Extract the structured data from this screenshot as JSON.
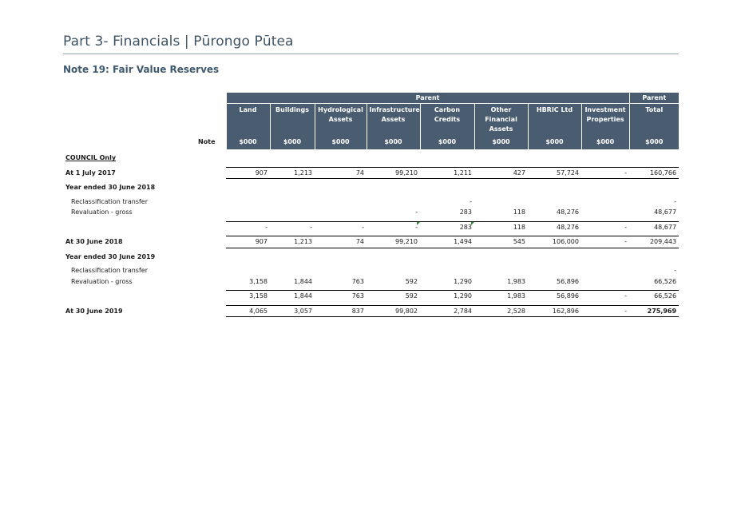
{
  "header": {
    "title": "Part 3- Financials | Pūrongo Pūtea"
  },
  "note": {
    "title": "Note 19:  Fair Value Reserves"
  },
  "table": {
    "group_left": "Parent",
    "group_right": "Parent",
    "columns": [
      "Land",
      "Buildings",
      "Hydrological Assets",
      "Infrastructure Assets",
      "Carbon Credits",
      "Other Financial Assets",
      "HBRIC Ltd",
      "Investment Properties",
      "Total"
    ],
    "note_label": "Note",
    "units": [
      "$000",
      "$000",
      "$000",
      "$000",
      "$000",
      "$000",
      "$000",
      "$000",
      "$000"
    ],
    "rows": [
      {
        "label": "COUNCIL Only",
        "values": [
          "",
          "",
          "",
          "",
          "",
          "",
          "",
          "",
          ""
        ]
      },
      {
        "label": "At 1 July 2017",
        "values": [
          "907",
          "1,213",
          "74",
          "99,210",
          "1,211",
          "427",
          "57,724",
          "-",
          "160,766"
        ]
      },
      {
        "label": "Year ended 30 June 2018",
        "values": [
          "",
          "",
          "",
          "",
          "",
          "",
          "",
          "",
          ""
        ]
      },
      {
        "label": "Reclassification transfer",
        "values": [
          "",
          "",
          "",
          "",
          "-",
          "",
          "",
          "",
          "-"
        ]
      },
      {
        "label": "Revaluation - gross",
        "values": [
          "",
          "",
          "",
          "-",
          "283",
          "118",
          "48,276",
          "",
          "48,677"
        ]
      },
      {
        "label": "",
        "values": [
          "-",
          "-",
          "-",
          "-",
          "283",
          "118",
          "48,276",
          "-",
          "48,677"
        ]
      },
      {
        "label": "At 30 June 2018",
        "values": [
          "907",
          "1,213",
          "74",
          "99,210",
          "1,494",
          "545",
          "106,000",
          "-",
          "209,443"
        ]
      },
      {
        "label": "Year ended 30 June 2019",
        "values": [
          "",
          "",
          "",
          "",
          "",
          "",
          "",
          "",
          ""
        ]
      },
      {
        "label": "Reclassification transfer",
        "values": [
          "",
          "",
          "",
          "",
          "",
          "",
          "",
          "",
          "-"
        ]
      },
      {
        "label": "Revaluation - gross",
        "values": [
          "3,158",
          "1,844",
          "763",
          "592",
          "1,290",
          "1,983",
          "56,896",
          "",
          "66,526"
        ]
      },
      {
        "label": "",
        "values": [
          "3,158",
          "1,844",
          "763",
          "592",
          "1,290",
          "1,983",
          "56,896",
          "-",
          "66,526"
        ]
      },
      {
        "label": "At 30 June 2019",
        "values": [
          "4,065",
          "3,057",
          "837",
          "99,802",
          "2,784",
          "2,528",
          "162,896",
          "-",
          "275,969"
        ]
      }
    ]
  },
  "colors": {
    "header_bg": "#4a5d70",
    "title": "#3f5364",
    "rule": "#8fa5b5",
    "comment_marker": "#2e8b3a"
  }
}
